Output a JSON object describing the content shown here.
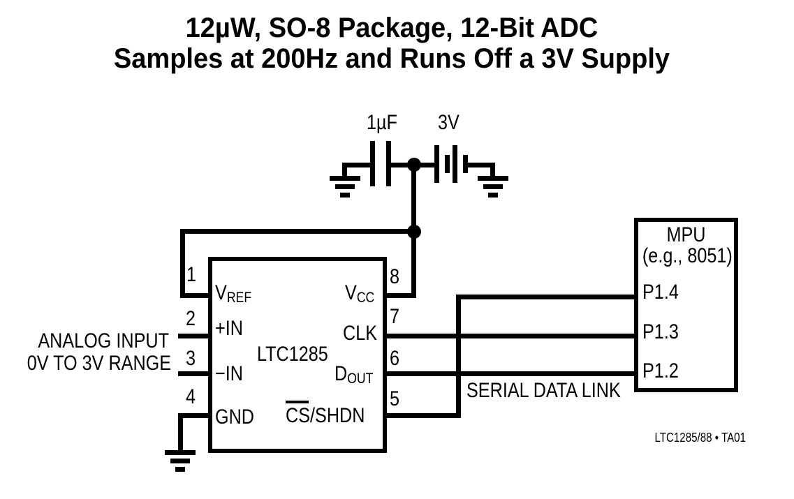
{
  "title": {
    "line1": "12µW, SO-8 Package, 12-Bit ADC",
    "line2": "Samples at 200Hz and Runs Off a 3V Supply"
  },
  "power": {
    "capacitor_value": "1µF",
    "supply_voltage": "3V"
  },
  "adc": {
    "part_number": "LTC1285",
    "pins": {
      "vref": {
        "num": "1",
        "main": "V",
        "sub": "REF"
      },
      "pos_in": {
        "num": "2",
        "label": "+IN"
      },
      "neg_in": {
        "num": "3",
        "label": "−IN"
      },
      "gnd": {
        "num": "4",
        "label": "GND"
      },
      "cs_shdn": {
        "num": "5",
        "overlined": "CS",
        "rest": "/SHDN"
      },
      "dout": {
        "num": "6",
        "main": "D",
        "sub": "OUT"
      },
      "clk": {
        "num": "7",
        "label": "CLK"
      },
      "vcc": {
        "num": "8",
        "main": "V",
        "sub": "CC"
      }
    }
  },
  "mpu": {
    "name": "MPU",
    "example": "(e.g., 8051)",
    "ports": [
      "P1.4",
      "P1.3",
      "P1.2"
    ]
  },
  "annotations": {
    "analog_input_line1": "ANALOG INPUT",
    "analog_input_line2": "0V TO 3V RANGE",
    "serial_data_link": "SERIAL DATA LINK",
    "figure_ref": "LTC1285/88 • TA01"
  },
  "colors": {
    "ink": "#000000",
    "background": "#ffffff"
  }
}
